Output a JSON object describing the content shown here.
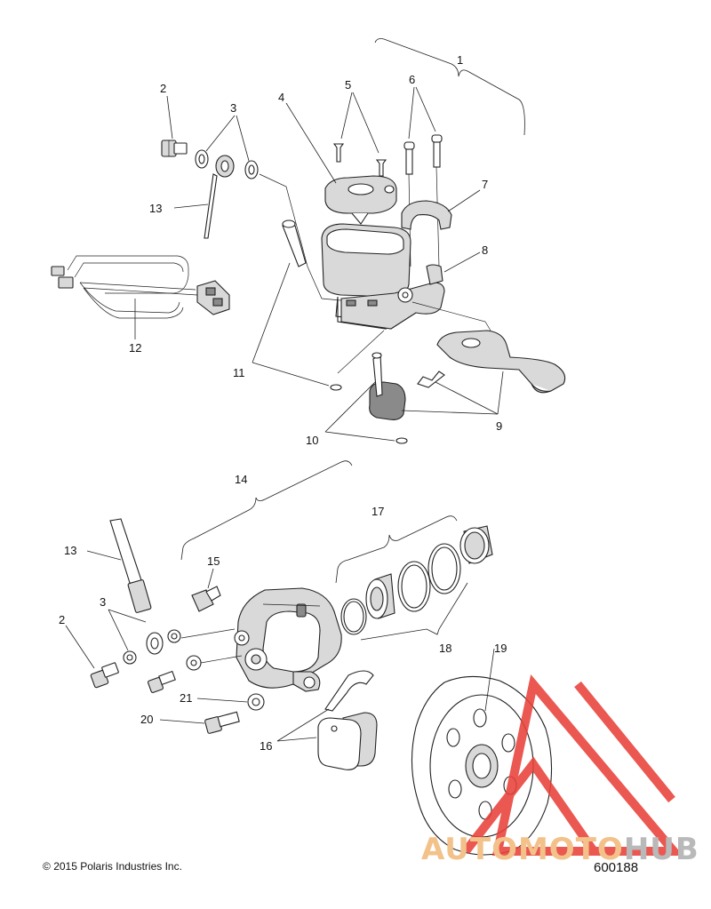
{
  "diagram": {
    "callouts": [
      "1",
      "2",
      "3",
      "4",
      "5",
      "6",
      "7",
      "8",
      "9",
      "10",
      "11",
      "12",
      "13",
      "14",
      "15",
      "16",
      "17",
      "18",
      "19",
      "20",
      "21"
    ],
    "lower_callouts": [
      "2",
      "3",
      "13"
    ]
  },
  "footer": {
    "copyright_symbol": "©",
    "copyright": "2015 Polaris Industries Inc.",
    "figure_number": "600188"
  },
  "watermark": {
    "part_a": "AUTOMOTO",
    "part_b": "HUB",
    "colors": {
      "triangle": "#e8413a",
      "text_primary": "#f2c28a",
      "text_secondary": "#b9b9b9"
    }
  }
}
